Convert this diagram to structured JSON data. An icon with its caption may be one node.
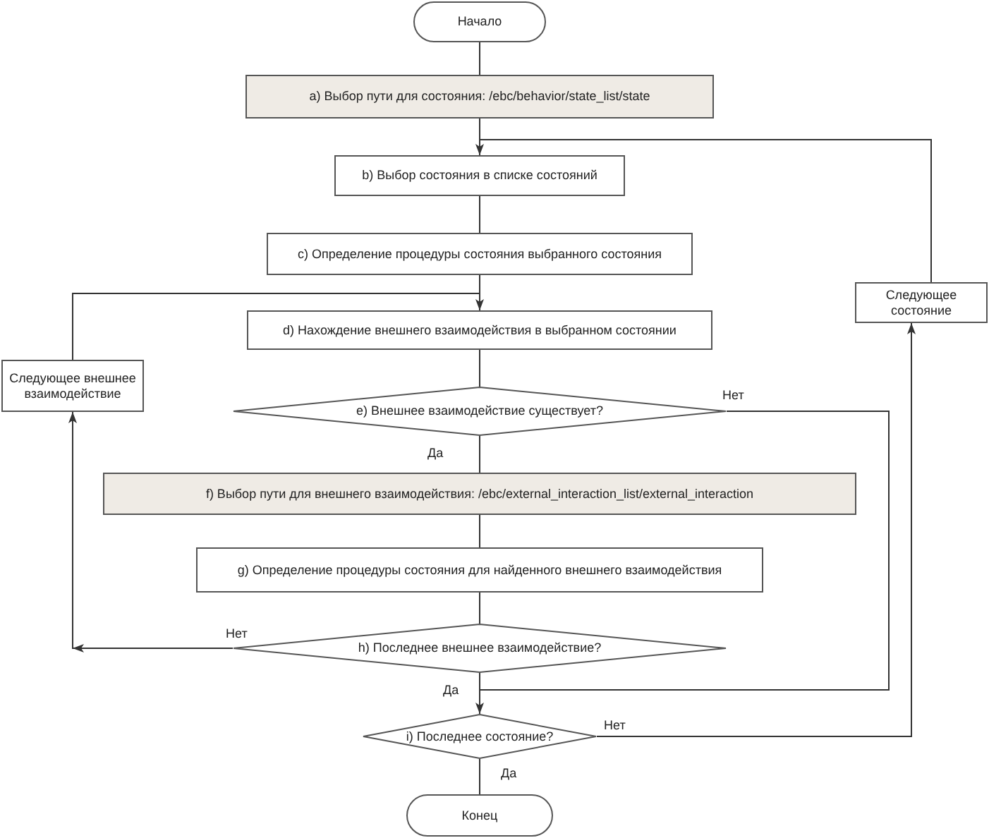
{
  "diagram": {
    "nodes": [
      {
        "text": [
          "Начало"
        ]
      },
      {
        "text": [
          "a) Выбор пути для состояния: /ebc/behavior/state_list/state"
        ]
      },
      {
        "text": [
          "b) Выбор состояния в списке состояний"
        ]
      },
      {
        "text": [
          "c) Определение процедуры состояния выбранного состояния"
        ]
      },
      {
        "text": [
          "d) Нахождение внешнего взаимодействия в выбранном состоянии"
        ]
      },
      {
        "text": [
          "e) Внешнее взаимодействие существует?"
        ]
      },
      {
        "text": [
          "f) Выбор пути для внешнего взаимодействия: /ebc/external_interaction_list/external_interaction"
        ]
      },
      {
        "text": [
          "g) Определение процедуры состояния для найденного внешнего взаимодействия"
        ]
      },
      {
        "text": [
          "h) Последнее внешнее взаимодействие?"
        ]
      },
      {
        "text": [
          "i) Последнее состояние?"
        ]
      },
      {
        "text": [
          "Конец"
        ]
      },
      {
        "text": [
          "Следующее внешнее взаимодействие"
        ]
      },
      {
        "text": [
          "Следующее состояние"
        ]
      }
    ],
    "edges": [
      {
        "from": 0,
        "to": 1,
        "arrow": "none"
      },
      {
        "from": 1,
        "to": 2,
        "arrow": "none"
      },
      {
        "from": 12,
        "to": 2,
        "arrow": "to"
      },
      {
        "from": 2,
        "to": 3,
        "arrow": "none"
      },
      {
        "from": 3,
        "to": 4,
        "arrow": "none"
      },
      {
        "from": 11,
        "to": 4,
        "arrow": "to"
      },
      {
        "from": 4,
        "to": 5,
        "arrow": "none"
      },
      {
        "from": 5,
        "to": 6,
        "arrow": "none",
        "label": "Да"
      },
      {
        "from": 5,
        "to": 9,
        "arrow": "to",
        "label": "Нет"
      },
      {
        "from": 6,
        "to": 7,
        "arrow": "none"
      },
      {
        "from": 7,
        "to": 8,
        "arrow": "none"
      },
      {
        "from": 8,
        "to": 11,
        "arrow": "to",
        "label": "Нет"
      },
      {
        "from": 8,
        "to": 9,
        "arrow": "none",
        "label": "Да"
      },
      {
        "from": 9,
        "to": 10,
        "arrow": "none",
        "label": "Да"
      },
      {
        "from": 9,
        "to": 12,
        "arrow": "to",
        "label": "Нет"
      }
    ]
  }
}
